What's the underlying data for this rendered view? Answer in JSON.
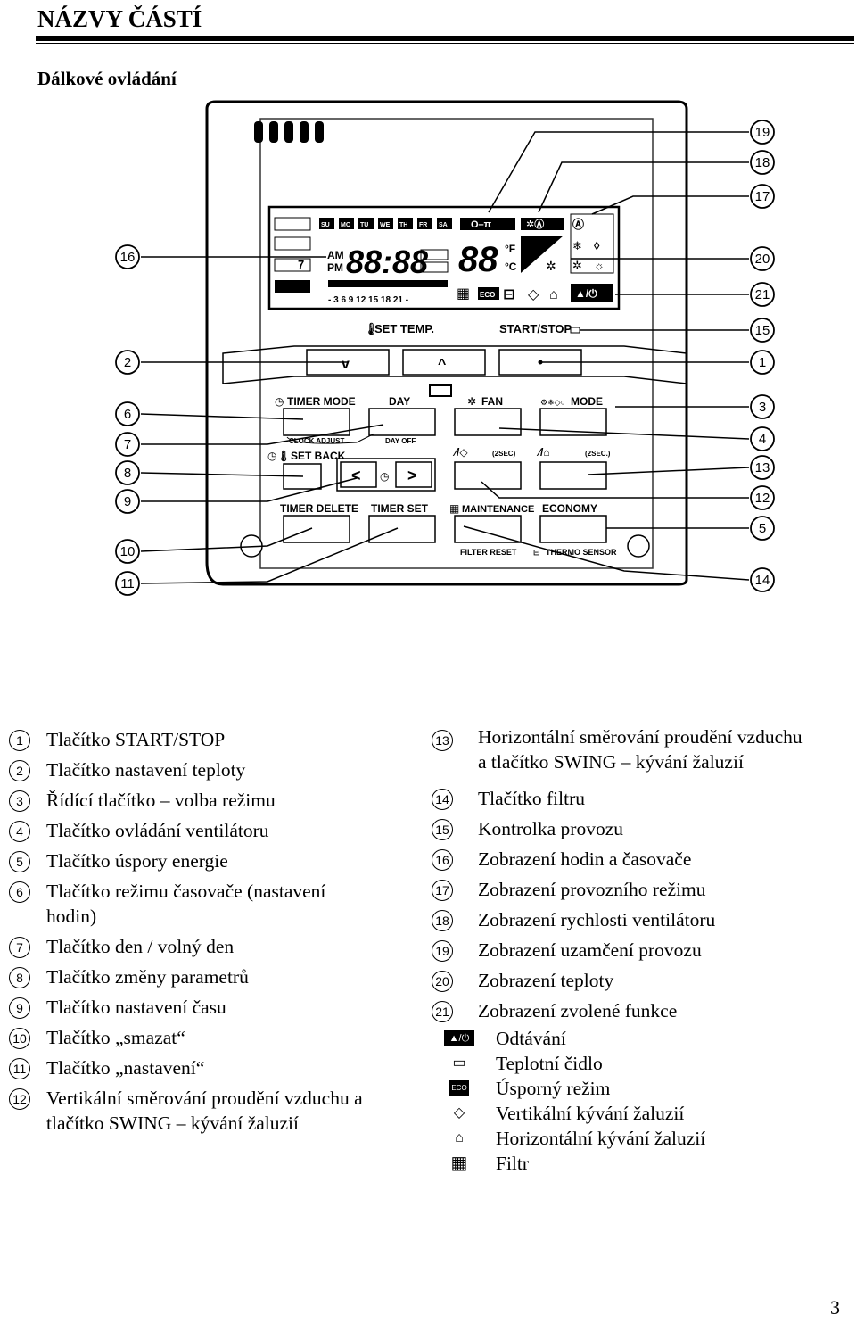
{
  "header": {
    "title": "NÁZVY ČÁSTÍ",
    "subtitle": "Dálkové ovládání"
  },
  "remote": {
    "days": [
      "SU",
      "MO",
      "TU",
      "WE",
      "TH",
      "FR",
      "SA"
    ],
    "am": "AM",
    "pm": "PM",
    "time_digits": "88:88",
    "temp_digits": "88",
    "unit_f": "°F",
    "unit_c": "°C",
    "hour_ticks": "- 3  6  9  12 15 18 21 -",
    "eco_badge": "ECO",
    "set_temp_label": "SET TEMP.",
    "start_stop_label": "START/STOP",
    "timer_mode_label": "TIMER MODE",
    "day_label": "DAY",
    "fan_label": "FAN",
    "mode_label": "MODE",
    "clock_adjust_label": "CLOCK ADJUST",
    "day_off_label": "DAY OFF",
    "set_back_label": "SET BACK",
    "swing_2sec_label_a": "(2SEC)",
    "swing_2sec_label_b": "(2SEC.)",
    "timer_delete_label": "TIMER DELETE",
    "timer_set_label": "TIMER SET",
    "maintenance_label": "MAINTENANCE",
    "economy_label": "ECONOMY",
    "filter_reset_label": "FILTER RESET",
    "thermo_sensor_label": "THERMO SENSOR",
    "callouts_right": [
      "19",
      "18",
      "17",
      "20",
      "21",
      "15",
      "1",
      "3",
      "4",
      "13",
      "12",
      "5",
      "14"
    ],
    "callouts_left": [
      "16",
      "2",
      "6",
      "7",
      "8",
      "9",
      "10",
      "11"
    ]
  },
  "legend_left": [
    {
      "n": "1",
      "text": "Tlačítko START/STOP"
    },
    {
      "n": "2",
      "text": "Tlačítko nastavení teploty"
    },
    {
      "n": "3",
      "text": "Řídící tlačítko – volba režimu"
    },
    {
      "n": "4",
      "text": "Tlačítko ovládání ventilátoru"
    },
    {
      "n": "5",
      "text": "Tlačítko úspory energie"
    },
    {
      "n": "6",
      "text": "Tlačítko režimu časovače (nastavení",
      "text2": "hodin)"
    },
    {
      "n": "7",
      "text": "Tlačítko den / volný den"
    },
    {
      "n": "8",
      "text": "Tlačítko změny parametrů"
    },
    {
      "n": "9",
      "text": "Tlačítko nastavení času"
    },
    {
      "n": "10",
      "text": "Tlačítko „smazat“"
    },
    {
      "n": "11",
      "text": "Tlačítko „nastavení“"
    },
    {
      "n": "12",
      "text": "Vertikální směrování proudění vzduchu a",
      "text2": "tlačítko SWING – kývání žaluzií"
    }
  ],
  "legend_right": [
    {
      "n": "13",
      "text": "Horizontální směrování proudění vzduchu",
      "text2": "a tlačítko SWING – kývání žaluzií"
    },
    {
      "n": "14",
      "text": "Tlačítko filtru"
    },
    {
      "n": "15",
      "text": "Kontrolka provozu"
    },
    {
      "n": "16",
      "text": "Zobrazení hodin a časovače"
    },
    {
      "n": "17",
      "text": "Zobrazení provozního režimu"
    },
    {
      "n": "18",
      "text": "Zobrazení rychlosti ventilátoru"
    },
    {
      "n": "19",
      "text": "Zobrazení uzamčení provozu"
    },
    {
      "n": "20",
      "text": "Zobrazení teploty"
    },
    {
      "n": "21",
      "text": "Zobrazení zvolené funkce"
    }
  ],
  "functions": [
    {
      "icon": "defrost-icon",
      "symbol": "▲/⏻",
      "text": "Odtávání"
    },
    {
      "icon": "thermo-sensor-icon",
      "symbol": "▭",
      "text": "Teplotní čidlo"
    },
    {
      "icon": "eco-icon",
      "symbol": "ECO",
      "text": "Úsporný režim"
    },
    {
      "icon": "vertical-swing-icon",
      "symbol": "◇",
      "text": "Vertikální kývání žaluzií"
    },
    {
      "icon": "horizontal-swing-icon",
      "symbol": "⌂",
      "text": "Horizontální kývání žaluzií"
    },
    {
      "icon": "filter-icon",
      "symbol": "▦",
      "text": "Filtr"
    }
  ],
  "page_number": "3"
}
